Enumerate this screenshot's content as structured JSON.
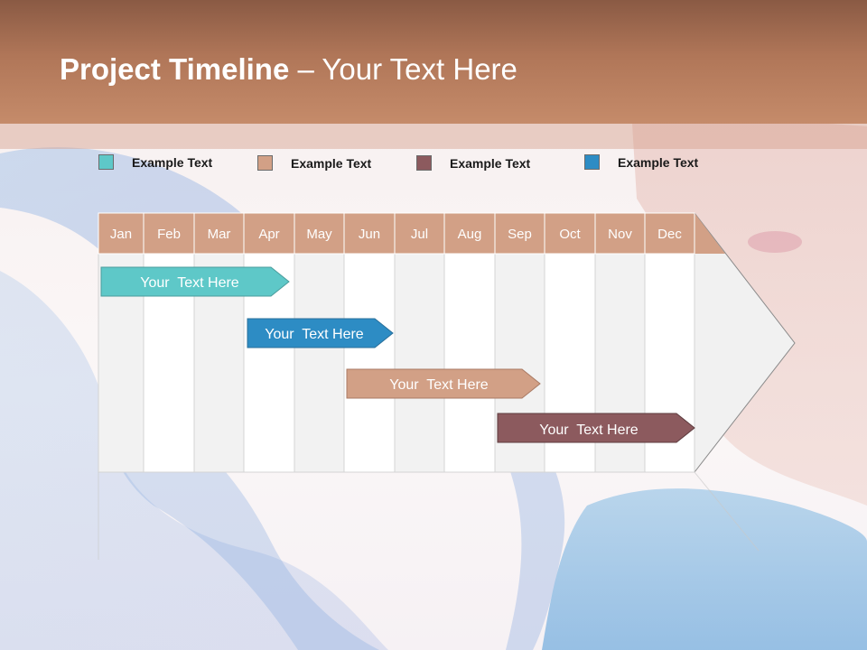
{
  "title": {
    "bold": "Project Timeline",
    "rest": " – Your Text Here"
  },
  "legend": [
    {
      "label": "Example Text",
      "color": "#5ec8c8"
    },
    {
      "label": "Example Text",
      "color": "#d2a086"
    },
    {
      "label": "Example Text",
      "color": "#8c5a5e"
    },
    {
      "label": "Example Text",
      "color": "#2d8cc4"
    }
  ],
  "months": [
    "Jan",
    "Feb",
    "Mar",
    "Apr",
    "May",
    "Jun",
    "Jul",
    "Aug",
    "Sep",
    "Oct",
    "Nov",
    "Dec"
  ],
  "bars": [
    {
      "label": "Your  Text Here",
      "color": "#5ec8c8"
    },
    {
      "label": "Your  Text Here",
      "color": "#2d8cc4"
    },
    {
      "label": "Your  Text Here",
      "color": "#d2a086"
    },
    {
      "label": "Your  Text Here",
      "color": "#8c5a5e"
    }
  ],
  "colors": {
    "header_cell": "#d2a086",
    "title_bar": "#b07658"
  }
}
